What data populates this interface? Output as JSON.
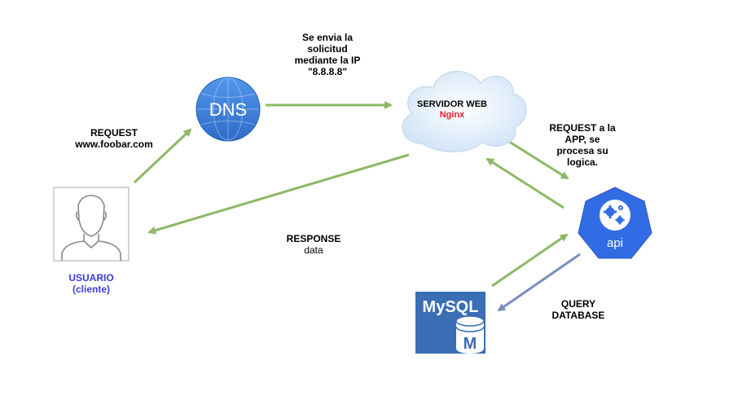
{
  "dns": {
    "label": "DNS"
  },
  "server": {
    "title": "SERVIDOR WEB",
    "subtitle": "Nginx"
  },
  "api": {
    "label": "api"
  },
  "mysql": {
    "label": "MySQL",
    "badge": "M"
  },
  "user": {
    "name": "USUARIO",
    "role": "(cliente)"
  },
  "edges": {
    "request": {
      "line1": "REQUEST",
      "line2": "www.foobar.com"
    },
    "dns_to_server": {
      "line1": "Se envia la",
      "line2": "solicitud",
      "line3": "mediante la IP",
      "line4": "\"8.8.8.8\""
    },
    "response": {
      "line1": "RESPONSE",
      "line2": "data"
    },
    "server_to_api": {
      "line1": "REQUEST a la",
      "line2": "APP, se",
      "line3": "procesa su",
      "line4": "logica."
    },
    "query": {
      "line1": "QUERY",
      "line2": "DATABASE"
    }
  },
  "colors": {
    "arrow_green": "#8db866",
    "arrow_blue": "#7b8fbf",
    "dns_blue": "#3d7fd8",
    "api_blue": "#326ce5",
    "mysql_blue": "#3a6eb5",
    "user_text": "#3b3bd6",
    "nginx_red": "#e0202a"
  }
}
